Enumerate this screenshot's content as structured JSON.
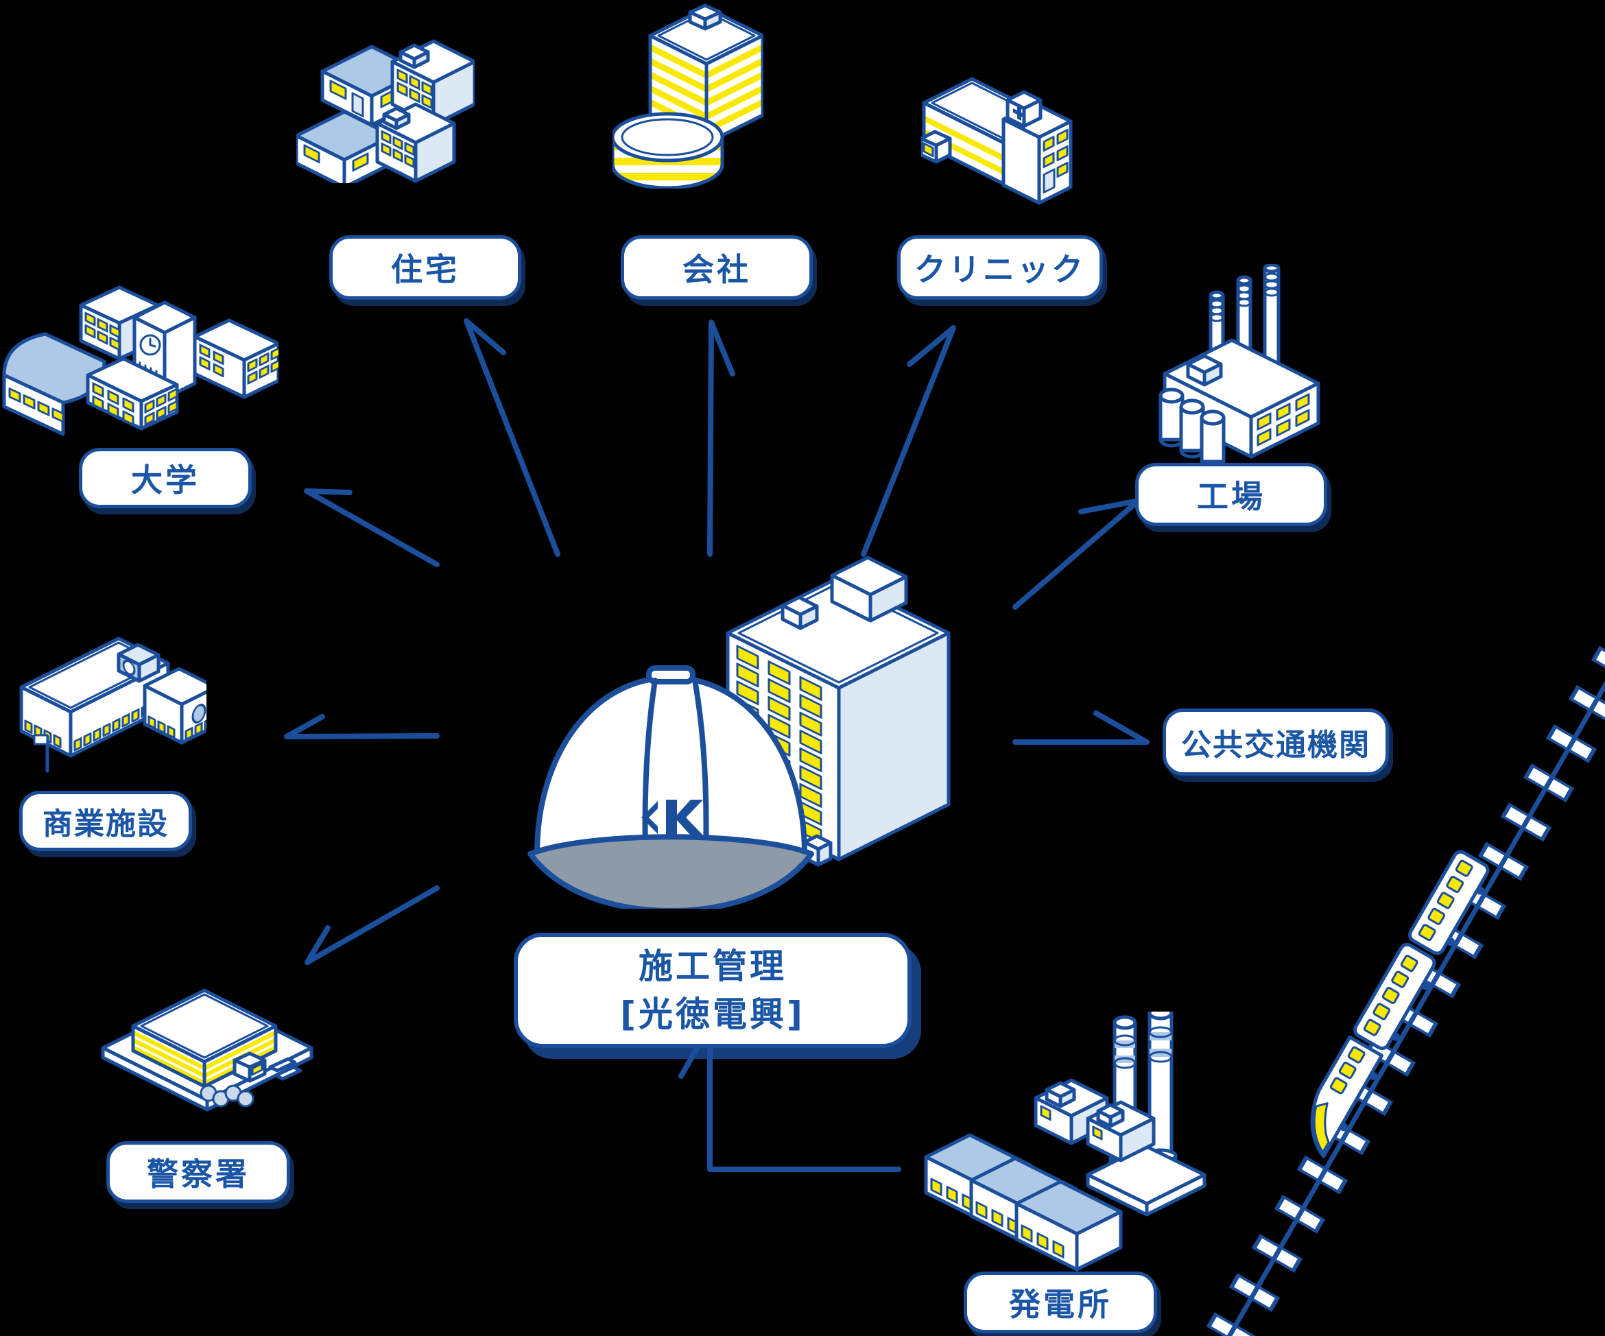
{
  "center": {
    "label_line1": "施工管理",
    "label_line2": "[光徳電興]",
    "helmet_logo": "K"
  },
  "nodes": [
    {
      "id": "housing",
      "label": "住宅"
    },
    {
      "id": "company",
      "label": "会社"
    },
    {
      "id": "clinic",
      "label": "クリニック"
    },
    {
      "id": "factory",
      "label": "工場"
    },
    {
      "id": "public-transport",
      "label": "公共交通機関"
    },
    {
      "id": "power-plant",
      "label": "発電所"
    },
    {
      "id": "police-station",
      "label": "警察署"
    },
    {
      "id": "commercial-facility",
      "label": "商業施設"
    },
    {
      "id": "university",
      "label": "大学"
    }
  ],
  "connections": [
    {
      "from": "center",
      "to": "housing"
    },
    {
      "from": "center",
      "to": "company"
    },
    {
      "from": "center",
      "to": "clinic"
    },
    {
      "from": "center",
      "to": "factory"
    },
    {
      "from": "center",
      "to": "public-transport"
    },
    {
      "from": "center",
      "to": "power-plant"
    },
    {
      "from": "center",
      "to": "police-station"
    },
    {
      "from": "center",
      "to": "commercial-facility"
    },
    {
      "from": "center",
      "to": "university"
    }
  ],
  "colors": {
    "outline_blue": "#1b4e9b",
    "text_blue": "#1a56a5",
    "window_yellow": "#f9e800",
    "roof_blue": "#aec9e6",
    "pale_blue": "#dce8f4",
    "brim_gray": "#8e9aa8",
    "background": "#000000"
  }
}
